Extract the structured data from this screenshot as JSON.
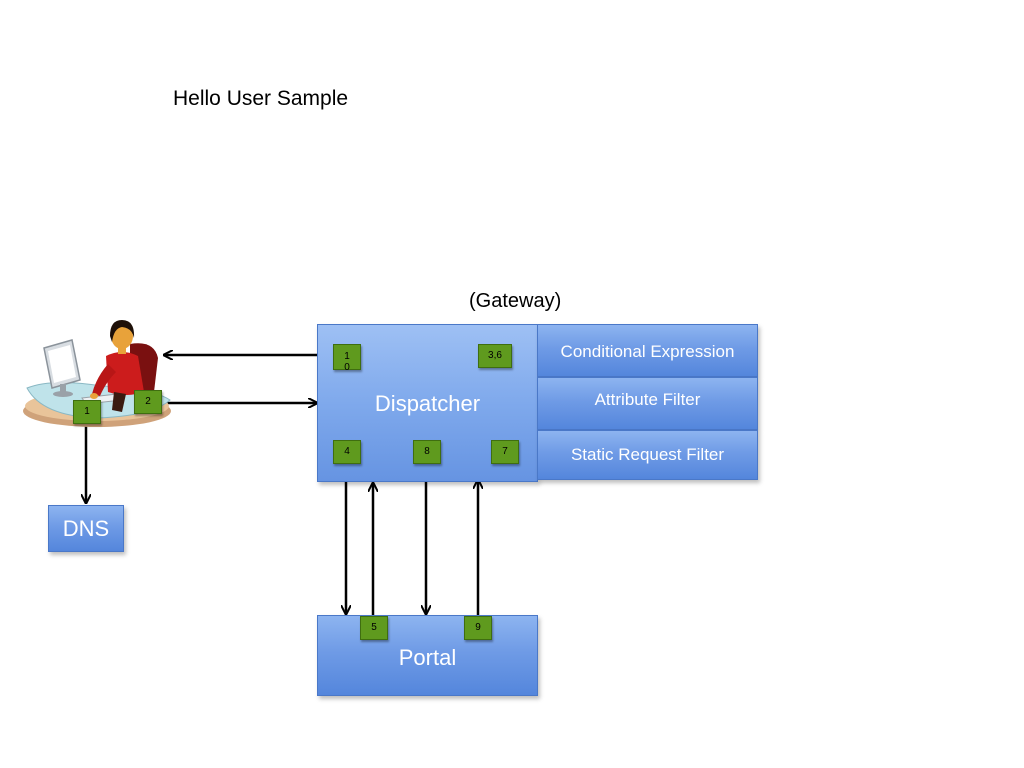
{
  "slide": {
    "title": "Hello User Sample",
    "gateway_label": "(Gateway)"
  },
  "boxes": {
    "dispatcher": "Dispatcher",
    "conditional_expression": "Conditional Expression",
    "attribute_filter": "Attribute Filter",
    "static_request_filter": "Static Request Filter",
    "dns": "DNS",
    "portal": "Portal"
  },
  "steps": {
    "s1": "1",
    "s2": "2",
    "s3_6": "3,6",
    "s4": "4",
    "s5": "5",
    "s7": "7",
    "s8": "8",
    "s9": "9",
    "s10": "10"
  },
  "icons": {
    "user": "user-at-computer-icon"
  },
  "colors": {
    "box_blue": "#6f9be6",
    "badge_green": "#5f9a1e",
    "arrow": "#000000"
  }
}
